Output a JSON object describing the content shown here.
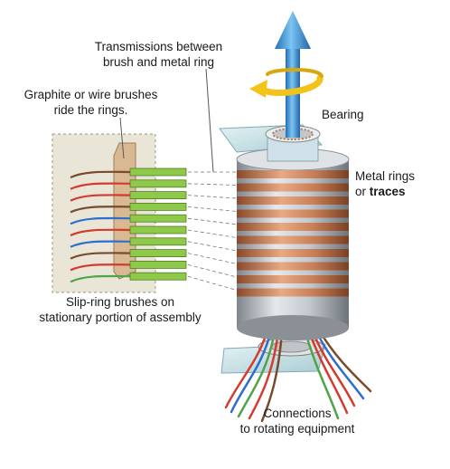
{
  "labels": {
    "transmissions_line1": "Transmissions between",
    "transmissions_line2": "brush and metal ring",
    "graphite_line1": "Graphite or wire brushes",
    "graphite_line2": "ride the rings.",
    "bearing": "Bearing",
    "metal_line1": "Metal rings",
    "metal_line2a": "or ",
    "metal_line2b": "traces",
    "sliprings_line1": "Slip-ring brushes on",
    "sliprings_line2": "stationary portion of assembly",
    "connections_line1": "Connections",
    "connections_line2": "to rotating equipment"
  },
  "colors": {
    "arrow_blue": "#2f8fd8",
    "rotation_arrow": "#f2c318",
    "copper_ring": "#c8835a",
    "cylinder_gray": "#b7bcc2",
    "brush_green": "#8fc94a",
    "wire_red": "#d23b2e",
    "wire_blue": "#2e6ecf",
    "wire_brown": "#7a4b2a",
    "wire_green": "#4fa34a",
    "bearing_plate": "#cfe6ea"
  }
}
